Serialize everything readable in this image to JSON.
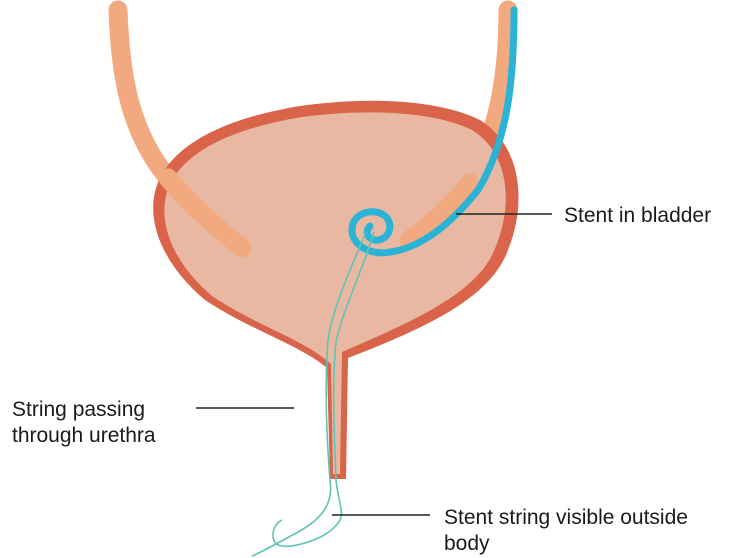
{
  "labels": {
    "stent_in_bladder": "Stent in bladder",
    "string_urethra_line1": "String passing",
    "string_urethra_line2": "through urethra",
    "string_outside_line1": "Stent string visible outside",
    "string_outside_line2": "body"
  },
  "colors": {
    "bladder_wall": "#d9644a",
    "bladder_fill": "#e8b8a2",
    "ureter": "#f2a97f",
    "stent": "#2bb3d6",
    "string": "#5fc4b4",
    "leader_line": "#222222"
  }
}
